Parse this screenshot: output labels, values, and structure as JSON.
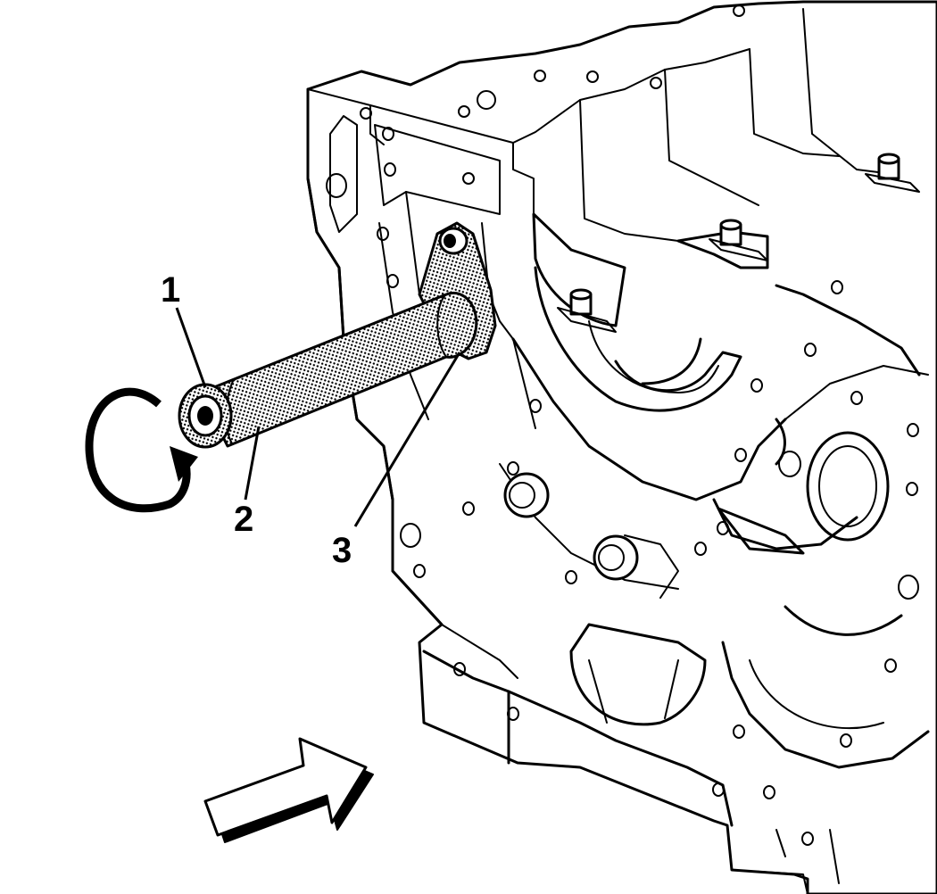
{
  "callouts": [
    {
      "id": "1",
      "label": "1"
    },
    {
      "id": "2",
      "label": "2"
    },
    {
      "id": "3",
      "label": "3"
    }
  ],
  "icons": {
    "rotation_arrow": "rotation-arrow-icon",
    "direction_arrow": "direction-arrow-icon"
  }
}
